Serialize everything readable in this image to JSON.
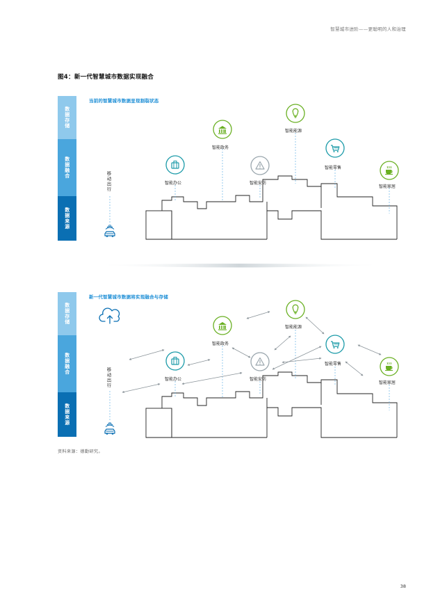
{
  "header": {
    "running_title": "智慧城市进阶——更聪明的人和治理"
  },
  "figure": {
    "title": "图4：新一代智慧城市数据实现融合",
    "side_labels": {
      "storage": "数据存储",
      "fusion": "数据融合",
      "source": "数据来源"
    },
    "panel_top": {
      "subtitle": "当前的智慧城市数据呈现割裂状态",
      "mobility_label": "移动出行",
      "nodes": {
        "office": "智能办公",
        "government": "智能政务",
        "security": "智能安防",
        "energy": "智能能源",
        "retail": "智能零售",
        "home": "智能家居"
      }
    },
    "panel_bottom": {
      "subtitle": "新一代智慧城市数据将实现融合与存储",
      "mobility_label": "移动出行",
      "nodes": {
        "office": "智能办公",
        "government": "智能政务",
        "security": "智能安防",
        "energy": "智能能源",
        "retail": "智能零售",
        "home": "智能家居"
      }
    },
    "icons": {
      "office": "briefcase-icon",
      "government": "bank-icon",
      "security": "warning-icon",
      "energy": "lightbulb-icon",
      "retail": "shopping-cart-icon",
      "home": "coffee-cup-icon",
      "mobility": "connected-car-icon",
      "storage": "cloud-upload-icon"
    },
    "colors": {
      "teal": "#1a9aa8",
      "green": "#6ab023",
      "gray": "#9aa6ad",
      "blue": "#2196d9",
      "deep_blue": "#0a6fb3"
    }
  },
  "source": "资料来源：德勤研究。",
  "page_number": "38"
}
